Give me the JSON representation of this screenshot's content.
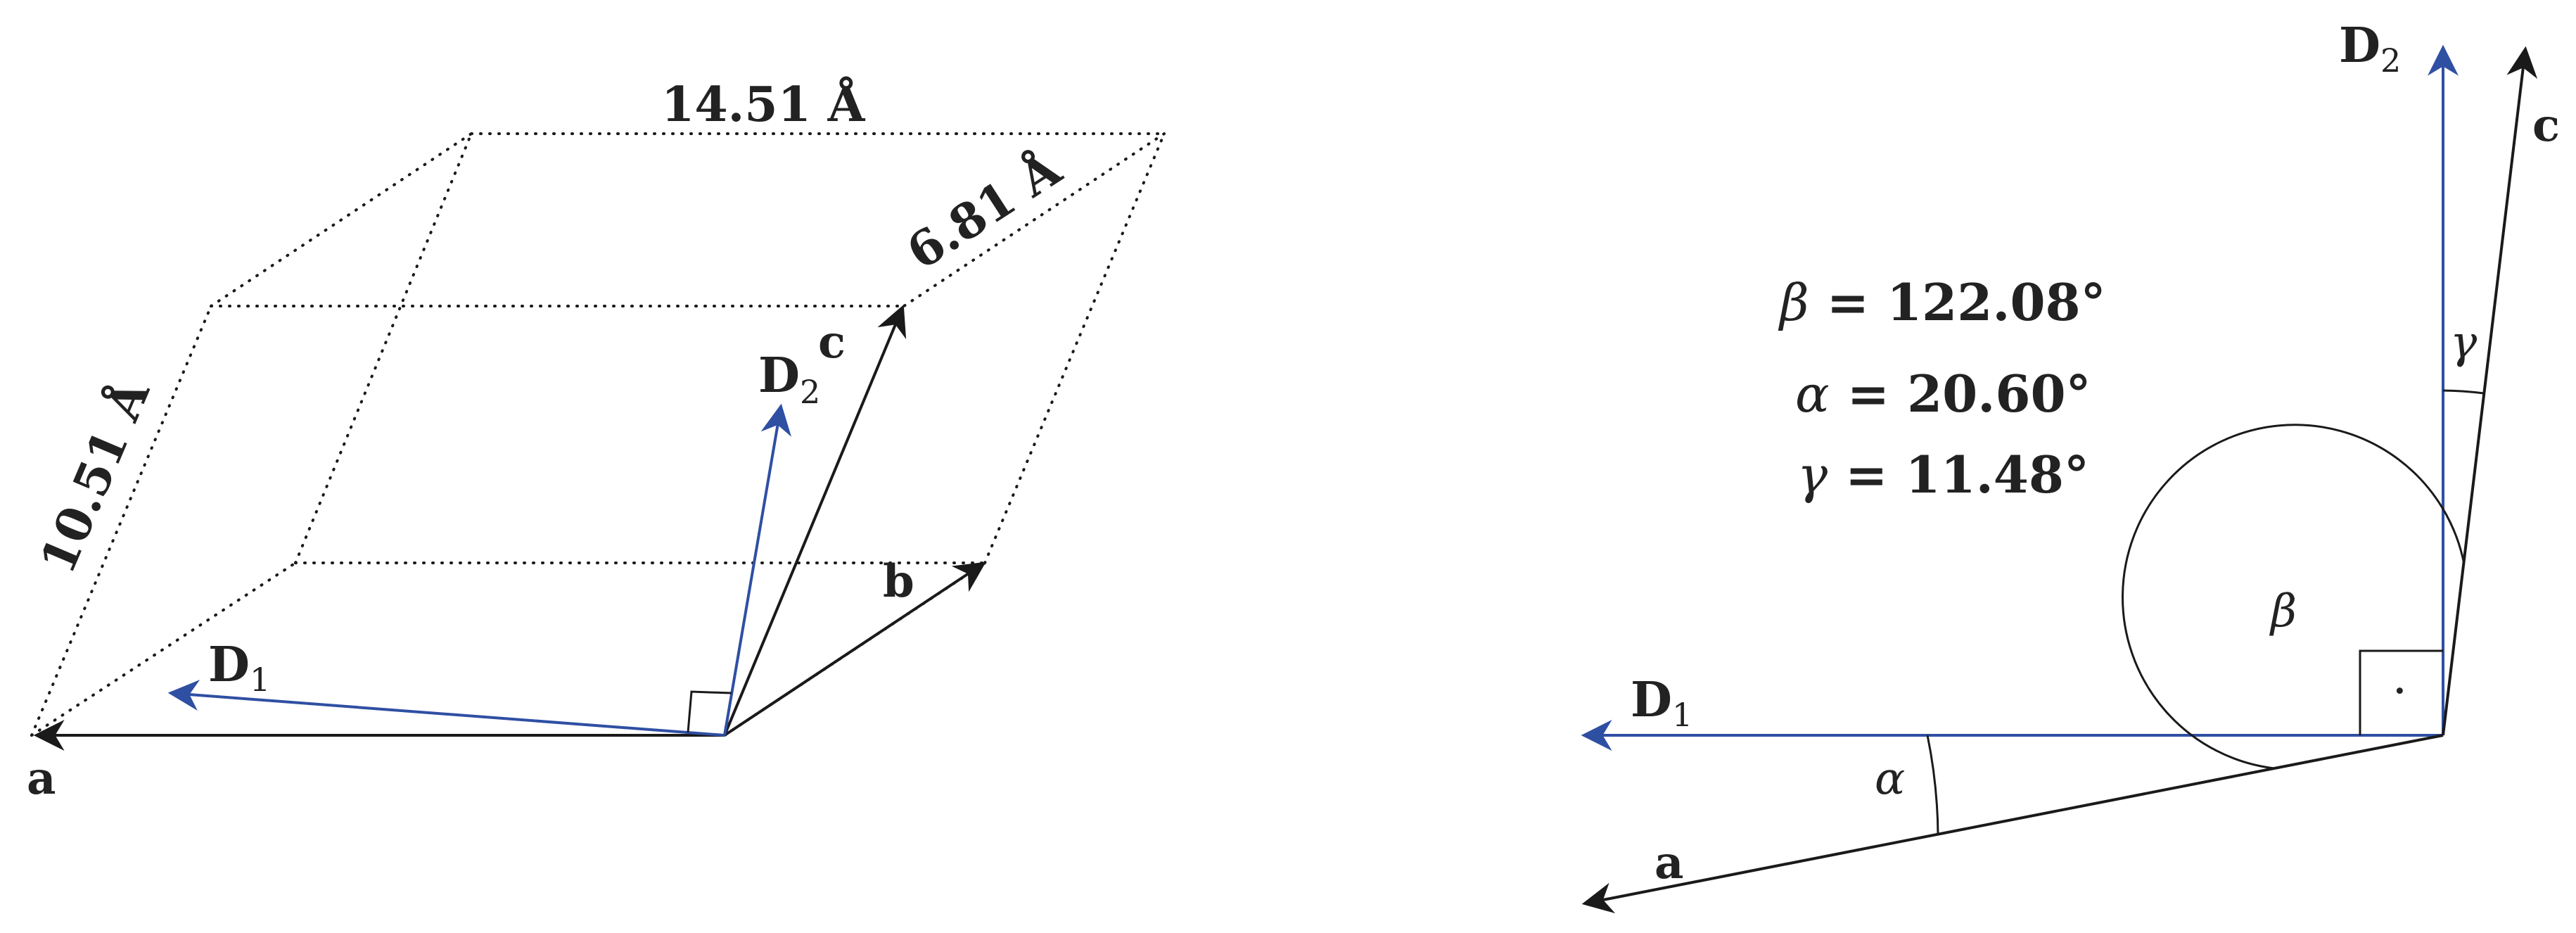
{
  "left_figure": {
    "dim_top": "14.51 Å",
    "dim_right": "6.81 Å",
    "dim_left": "10.51 Å",
    "label_a": "a",
    "label_b": "b",
    "label_c": "c",
    "label_d1_base": "D",
    "label_d1_sub": "1",
    "label_d2_base": "D",
    "label_d2_sub": "2"
  },
  "right_figure": {
    "eq_beta_symbol": "β",
    "eq_beta_value": " = 122.08°",
    "eq_alpha_symbol": "α",
    "eq_alpha_value": " = 20.60°",
    "eq_gamma_symbol": "γ",
    "eq_gamma_value": " = 11.48°",
    "label_a": "a",
    "label_c": "c",
    "label_d1_base": "D",
    "label_d1_sub": "1",
    "label_d2_base": "D",
    "label_d2_sub": "2",
    "angle_alpha": "α",
    "angle_beta": "β",
    "angle_gamma": "γ",
    "right_angle_dot": "·"
  },
  "colors": {
    "ink": "#1a1a1a",
    "blue": "#2f4fa3"
  }
}
